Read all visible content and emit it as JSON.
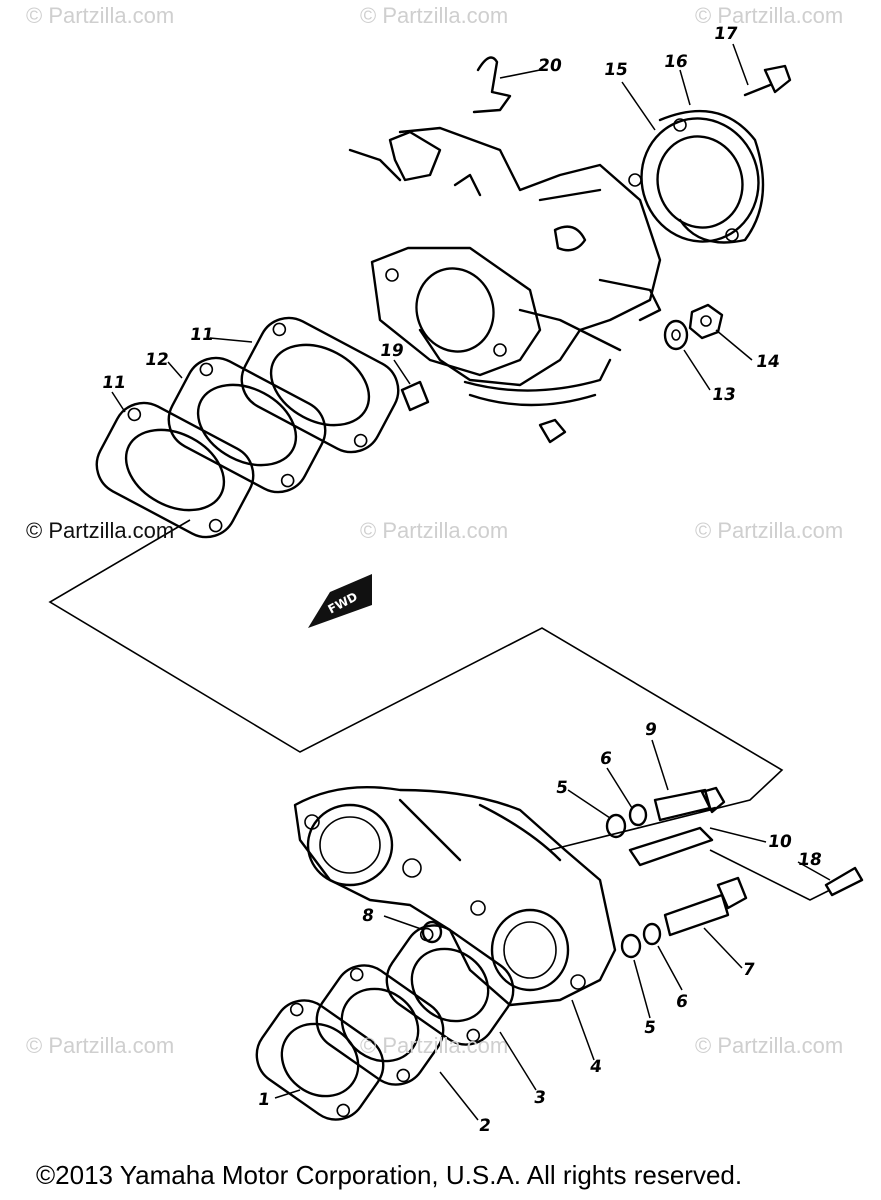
{
  "watermarks": {
    "top_left": "© Partzilla.com",
    "top_center": "© Partzilla.com",
    "top_right": "© Partzilla.com",
    "mid_left": "© Partzilla.com",
    "mid_center": "© Partzilla.com",
    "mid_right": "© Partzilla.com",
    "bottom_left": "© Partzilla.com",
    "bottom_center": "© Partzilla.com",
    "bottom_right": "© Partzilla.com"
  },
  "fwd_label": "FWD",
  "callouts": {
    "c1": "1",
    "c2": "2",
    "c3": "3",
    "c4": "4",
    "c5a": "5",
    "c5b": "5",
    "c6a": "6",
    "c6b": "6",
    "c7": "7",
    "c8": "8",
    "c9": "9",
    "c10": "10",
    "c11a": "11",
    "c11b": "11",
    "c12": "12",
    "c13": "13",
    "c14": "14",
    "c15": "15",
    "c16": "16",
    "c17": "17",
    "c18": "18",
    "c19": "19",
    "c20": "20"
  },
  "copyright": "©2013 Yamaha Motor Corporation, U.S.A. All rights reserved."
}
